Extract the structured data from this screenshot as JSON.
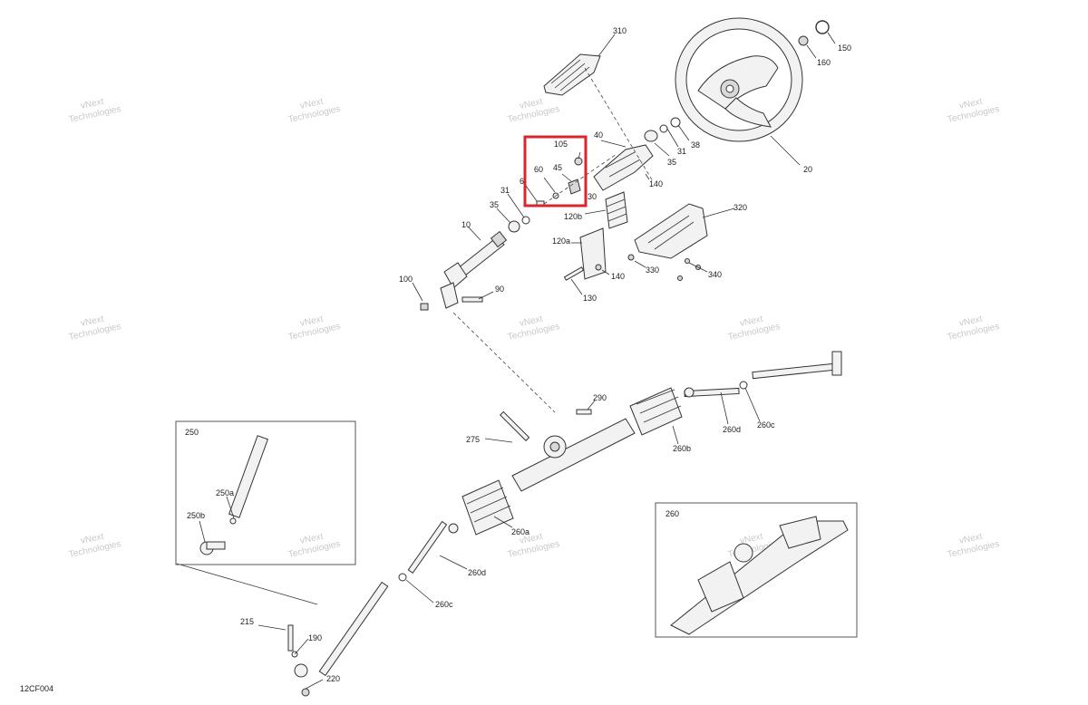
{
  "diagram_code": "12CF004",
  "watermark": {
    "line1": "vNext",
    "line2": "Technologies"
  },
  "labels": {
    "p310": "310",
    "p150": "150",
    "p160": "160",
    "p105": "105",
    "p40": "40",
    "p45": "45",
    "p60": "60",
    "p6": "6",
    "p30": "30",
    "p35a": "35",
    "p31a": "31",
    "p38": "38",
    "p20": "20",
    "p140a": "140",
    "p31b": "31",
    "p35b": "35",
    "p120b": "120b",
    "p320": "320",
    "p10": "10",
    "p120a": "120a",
    "p140b": "140",
    "p330": "330",
    "p340": "340",
    "p100": "100",
    "p90": "90",
    "p130": "130",
    "p290": "290",
    "p260d_top": "260d",
    "p260c_top": "260c",
    "p275": "275",
    "p260b": "260b",
    "p250": "250",
    "p250a": "250a",
    "p250b": "250b",
    "p260a": "260a",
    "p260d_bot": "260d",
    "p260c_bot": "260c",
    "p260": "260",
    "p215": "215",
    "p190": "190",
    "p220": "220"
  },
  "highlight_color": "#d9262c"
}
